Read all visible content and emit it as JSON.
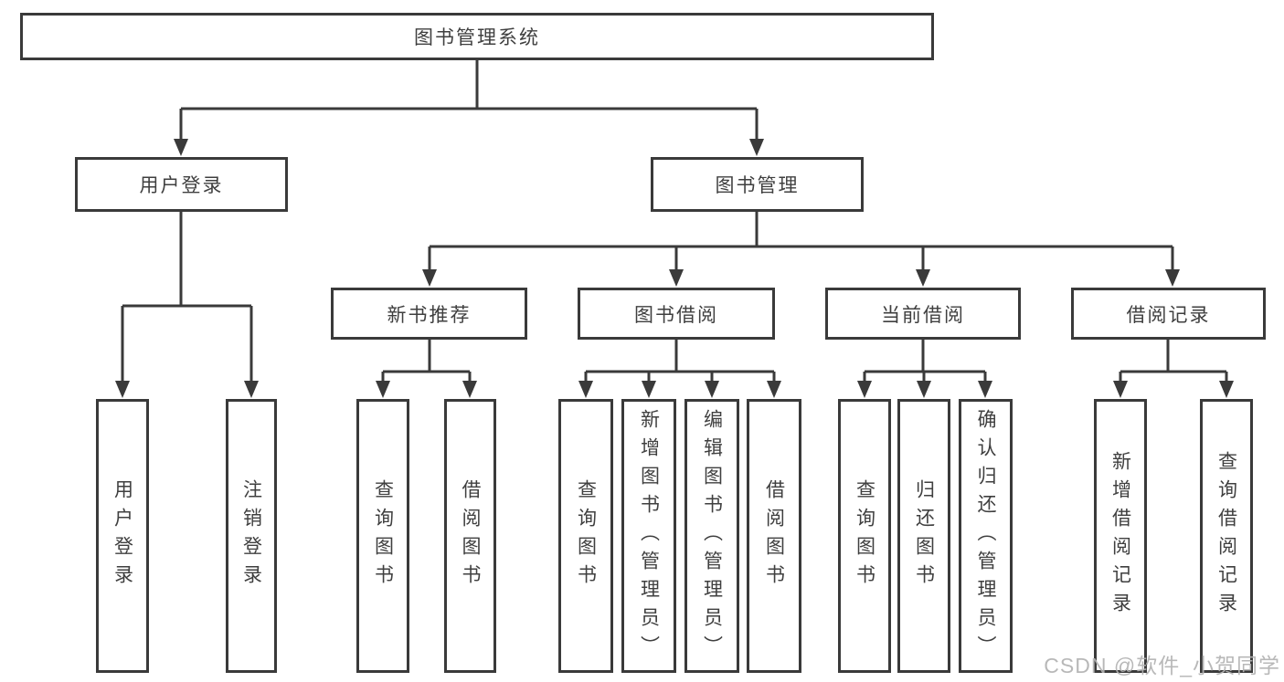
{
  "diagram": {
    "type": "tree",
    "nodes": {
      "root": {
        "label": "图书管理系统"
      },
      "user_login": {
        "label": "用户登录"
      },
      "book_mgmt": {
        "label": "图书管理"
      },
      "new_book_rec": {
        "label": "新书推荐"
      },
      "book_borrow": {
        "label": "图书借阅"
      },
      "current_borrow": {
        "label": "当前借阅"
      },
      "borrow_records": {
        "label": "借阅记录"
      },
      "leaf_user_login": {
        "label": "用户登录"
      },
      "leaf_logout": {
        "label": "注销登录"
      },
      "leaf_query_book_1": {
        "label": "查询图书"
      },
      "leaf_borrow_book_1": {
        "label": "借阅图书"
      },
      "leaf_query_book_2": {
        "label": "查询图书"
      },
      "leaf_add_book": {
        "label": "新增图书（管理员）"
      },
      "leaf_edit_book": {
        "label": "编辑图书（管理员）"
      },
      "leaf_borrow_book_2": {
        "label": "借阅图书"
      },
      "leaf_query_book_3": {
        "label": "查询图书"
      },
      "leaf_return_book": {
        "label": "归还图书"
      },
      "leaf_confirm_return": {
        "label": "确认归还（管理员）"
      },
      "leaf_add_record": {
        "label": "新增借阅记录"
      },
      "leaf_query_record": {
        "label": "查询借阅记录"
      }
    },
    "hierarchy": {
      "root": [
        "user_login",
        "book_mgmt"
      ],
      "user_login": [
        "leaf_user_login",
        "leaf_logout"
      ],
      "book_mgmt": [
        "new_book_rec",
        "book_borrow",
        "current_borrow",
        "borrow_records"
      ],
      "new_book_rec": [
        "leaf_query_book_1",
        "leaf_borrow_book_1"
      ],
      "book_borrow": [
        "leaf_query_book_2",
        "leaf_add_book",
        "leaf_edit_book",
        "leaf_borrow_book_2"
      ],
      "current_borrow": [
        "leaf_query_book_3",
        "leaf_return_book",
        "leaf_confirm_return"
      ],
      "borrow_records": [
        "leaf_add_record",
        "leaf_query_record"
      ]
    },
    "colors": {
      "line": "#3a3a3a",
      "text": "#3f3f3f",
      "background": "#ffffff",
      "watermark": "#b3b3b3"
    }
  },
  "watermark": {
    "text": "CSDN @软件_小贺同学"
  }
}
